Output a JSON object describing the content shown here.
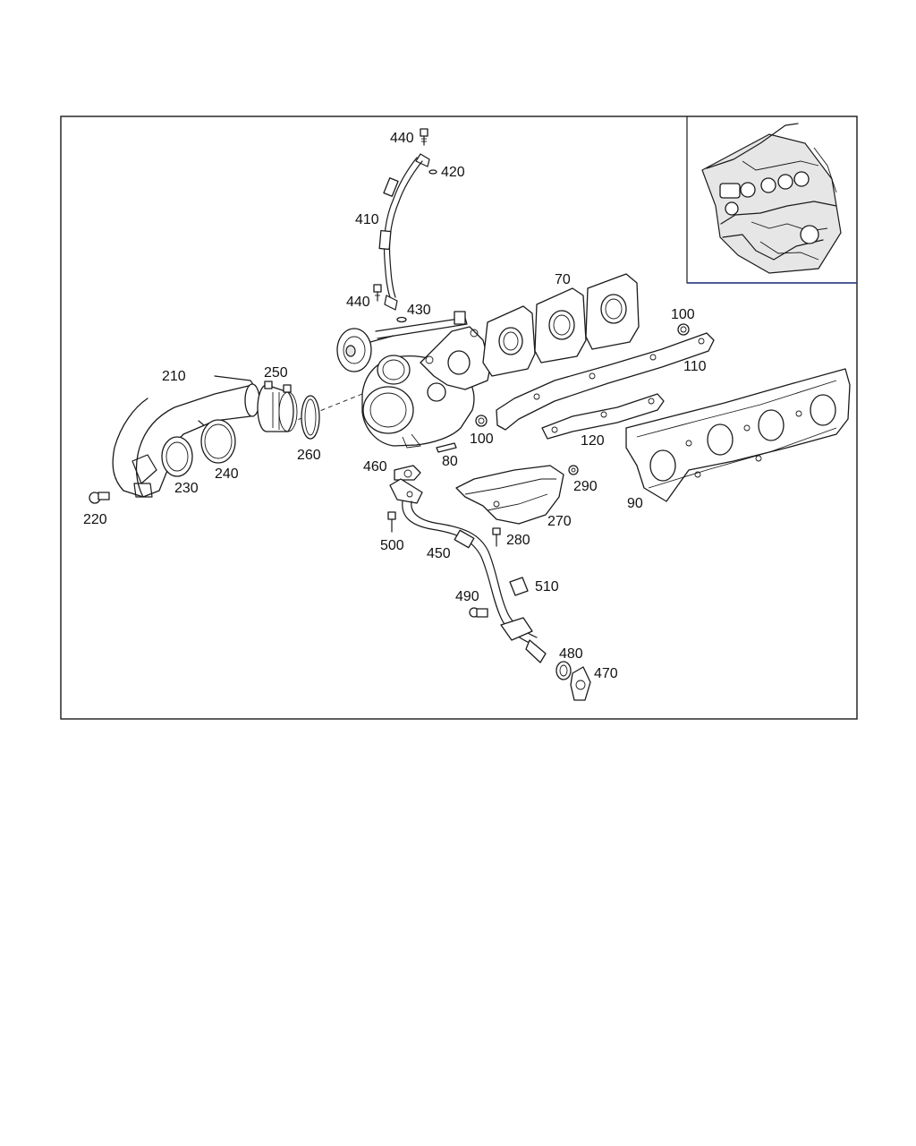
{
  "callouts": [
    {
      "id": "440a",
      "text": "440"
    },
    {
      "id": "420",
      "text": "420"
    },
    {
      "id": "410",
      "text": "410"
    },
    {
      "id": "440b",
      "text": "440"
    },
    {
      "id": "430",
      "text": "430"
    },
    {
      "id": "70",
      "text": "70"
    },
    {
      "id": "100a",
      "text": "100"
    },
    {
      "id": "110",
      "text": "110"
    },
    {
      "id": "210",
      "text": "210"
    },
    {
      "id": "250",
      "text": "250"
    },
    {
      "id": "260",
      "text": "260"
    },
    {
      "id": "100b",
      "text": "100"
    },
    {
      "id": "120",
      "text": "120"
    },
    {
      "id": "80",
      "text": "80"
    },
    {
      "id": "460",
      "text": "460"
    },
    {
      "id": "290",
      "text": "290"
    },
    {
      "id": "90",
      "text": "90"
    },
    {
      "id": "240",
      "text": "240"
    },
    {
      "id": "230",
      "text": "230"
    },
    {
      "id": "220",
      "text": "220"
    },
    {
      "id": "270",
      "text": "270"
    },
    {
      "id": "500",
      "text": "500"
    },
    {
      "id": "280",
      "text": "280"
    },
    {
      "id": "450",
      "text": "450"
    },
    {
      "id": "510",
      "text": "510"
    },
    {
      "id": "490",
      "text": "490"
    },
    {
      "id": "480",
      "text": "480"
    },
    {
      "id": "470",
      "text": "470"
    }
  ]
}
